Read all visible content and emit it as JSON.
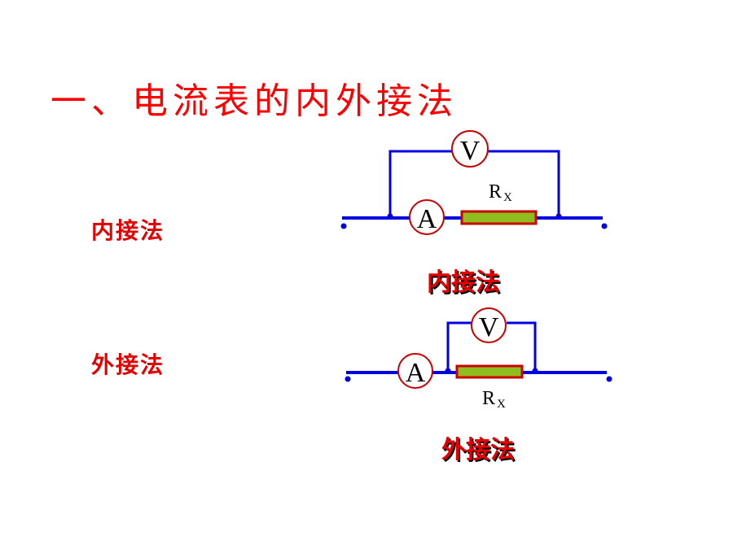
{
  "title": "一、电流表的内外接法",
  "inner": {
    "side_label": "内接法",
    "caption": "内接法",
    "voltmeter": "V",
    "ammeter": "A",
    "resistor_main": "R",
    "resistor_sub": "X"
  },
  "outer": {
    "side_label": "外接法",
    "caption": "外接法",
    "voltmeter": "V",
    "ammeter": "A",
    "resistor_main": "R",
    "resistor_sub": "X"
  },
  "colors": {
    "wire": "#0000e0",
    "meter_stroke": "#cc0000",
    "resistor_fill": "#8fbc1e",
    "resistor_stroke": "#cc0000",
    "text_red": "#ff0000"
  }
}
